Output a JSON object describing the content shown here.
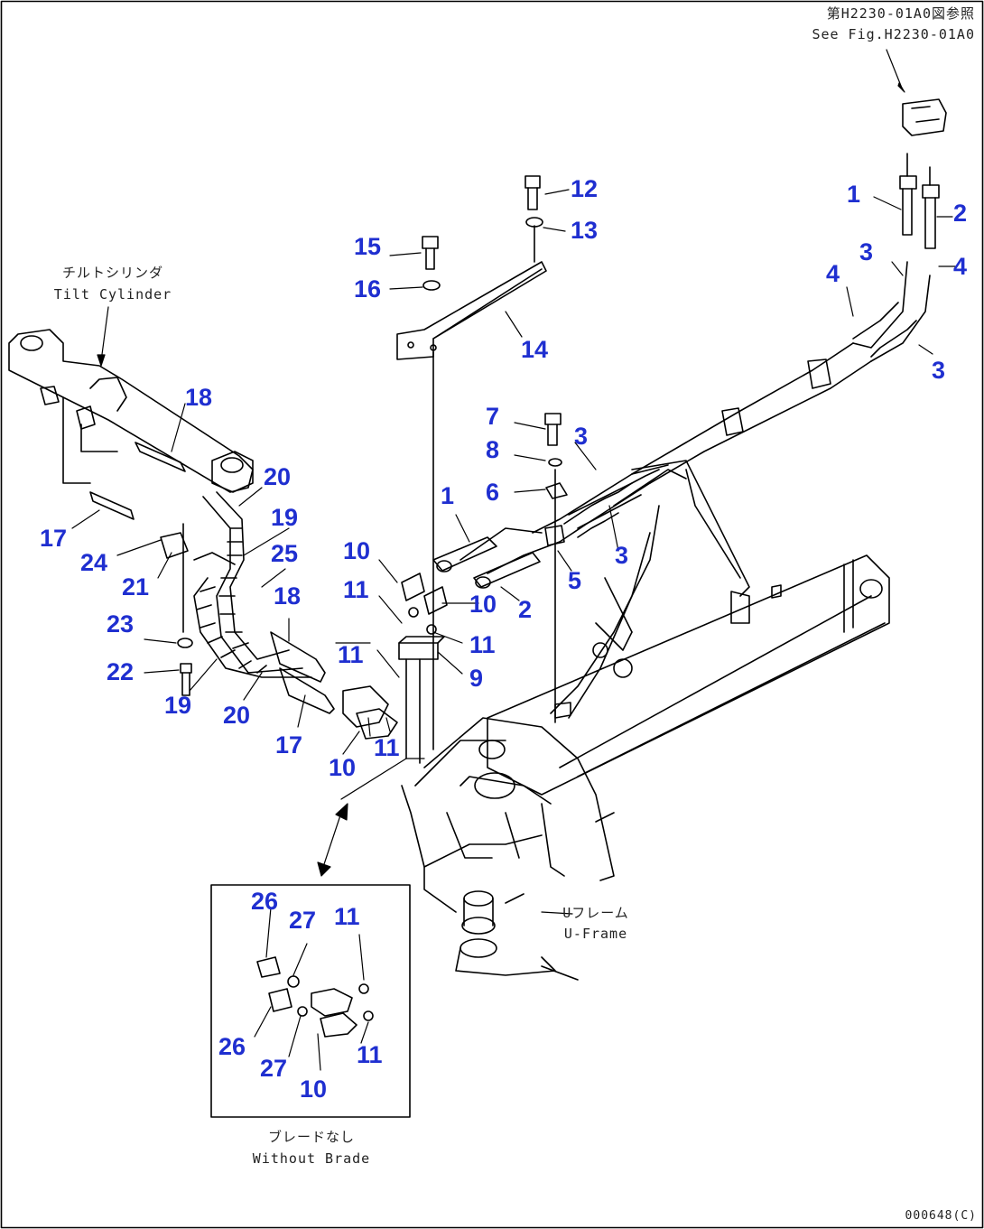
{
  "notes": {
    "ref_jp": "第H2230-01A0図参照",
    "ref_en": "See Fig.H2230-01A0",
    "tilt_jp": "チルトシリンダ",
    "tilt_en": "Tilt Cylinder",
    "uframe_jp": "Uフレーム",
    "uframe_en": "U-Frame",
    "noblade_jp": "ブレードなし",
    "noblade_en": "Without Brade",
    "code": "000648(C)"
  },
  "callouts": {
    "c12": "12",
    "c13": "13",
    "c14": "14",
    "c15": "15",
    "c16": "16",
    "c1a": "1",
    "c2a": "2",
    "c3a": "3",
    "c4a": "4",
    "c4b": "4",
    "c3b": "3",
    "c7": "7",
    "c8": "8",
    "c3c": "3",
    "c6": "6",
    "c1b": "1",
    "c3d": "3",
    "c5": "5",
    "c10a": "10",
    "c11a": "11",
    "c10b": "10",
    "c2b": "2",
    "c11b": "11",
    "c9": "9",
    "c11c": "11",
    "c11d": "11",
    "c10c": "10",
    "c18a": "18",
    "c20a": "20",
    "c19a": "19",
    "c25": "25",
    "c18b": "18",
    "c17a": "17",
    "c24": "24",
    "c21": "21",
    "c23": "23",
    "c22": "22",
    "c19b": "19",
    "c20b": "20",
    "c17b": "17",
    "c26a": "26",
    "c27a": "27",
    "c11e": "11",
    "c26b": "26",
    "c27b": "27",
    "c11f": "11",
    "c10d": "10"
  }
}
